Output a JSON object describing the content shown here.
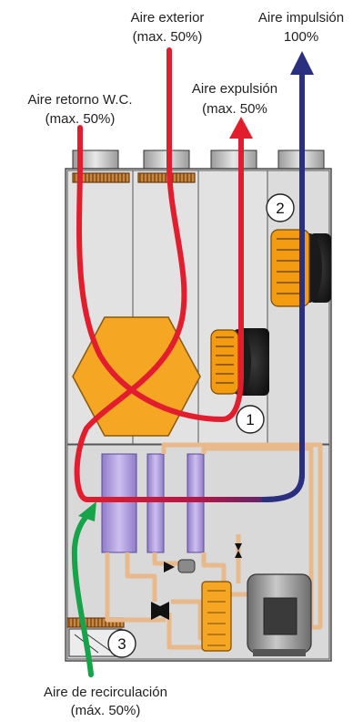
{
  "labels": {
    "aire_exterior": {
      "line1": "Aire exterior",
      "line2": "(max. 50%)"
    },
    "aire_impulsion": {
      "line1": "Aire impulsión",
      "line2": "100%"
    },
    "aire_expulsion": {
      "line1": "Aire expulsión",
      "line2": "(max. 50%"
    },
    "aire_retorno": {
      "line1": "Aire retorno W.C.",
      "line2": "(max. 50%)"
    },
    "aire_recirculacion": {
      "line1": "Aire de recirculación",
      "line2": "(máx. 50%)"
    }
  },
  "markers": [
    "1",
    "2",
    "3"
  ],
  "colors": {
    "housing": "#e6e6e6",
    "outline": "#333333",
    "heat_exchanger": "#f5a623",
    "fan_orange": "#f39c12",
    "red_flow": "#e11d2e",
    "blue_flow": "#2a2f7f",
    "green_flow": "#16a34a",
    "pipe": "#e8b98a",
    "coil": "#b8a6df"
  }
}
